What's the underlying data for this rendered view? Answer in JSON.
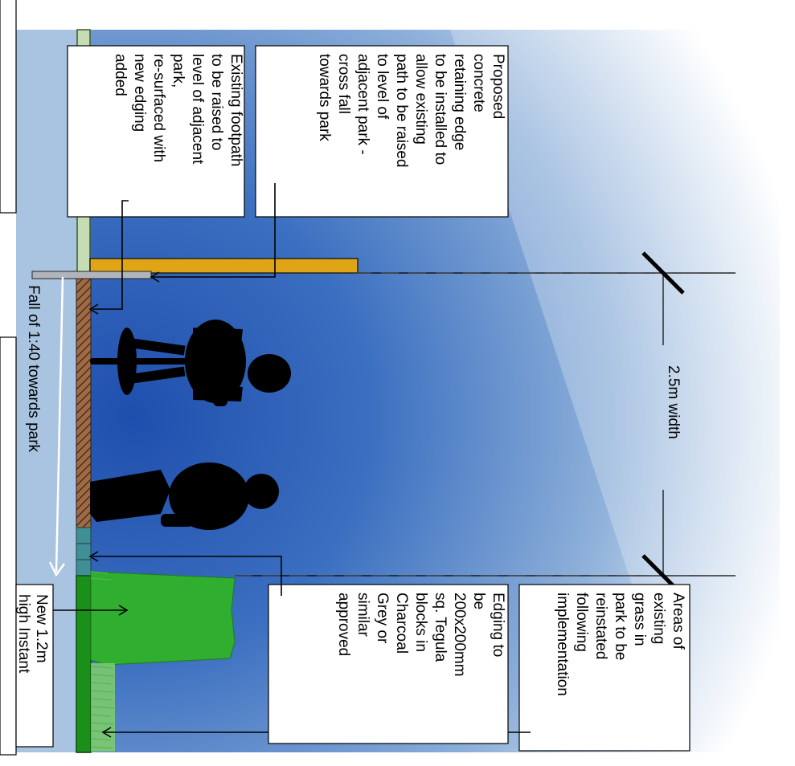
{
  "labels": {
    "retaining_edge": [
      "Proposed",
      "concrete",
      "retaining edge",
      "to be installed to",
      "allow existing",
      "path to be raised",
      "to level of",
      "adjacent park -",
      "cross fall",
      "towards park"
    ],
    "footpath": [
      "Existing footpath",
      "to be raised to",
      "level of adjacent",
      "park,",
      "re-surfaced with",
      "new edging",
      "added"
    ],
    "fall": "Fall of 1:40 towards park",
    "width": "2.5m width",
    "grass": [
      "Areas of",
      "existing",
      "grass in",
      "park to be",
      "reinstated",
      "following",
      "implementation"
    ],
    "edging": [
      "Edging to",
      "be",
      "200x200mm",
      "sq. Tegula",
      "blocks in",
      "Charcoal",
      "Grey or",
      "similar",
      "approved"
    ],
    "hedge": [
      "New 1.2m",
      "high Instant"
    ]
  },
  "colors": {
    "sky_light": "#a9c4e0",
    "sky_dark": "#2f62b8",
    "retaining_edge": "#e0a516",
    "soil": "#a06a44",
    "tegula": "#3f8f96",
    "hedge": "#2fae2f",
    "grass": "#2ea82e",
    "path_base": "#c6dcb4"
  }
}
